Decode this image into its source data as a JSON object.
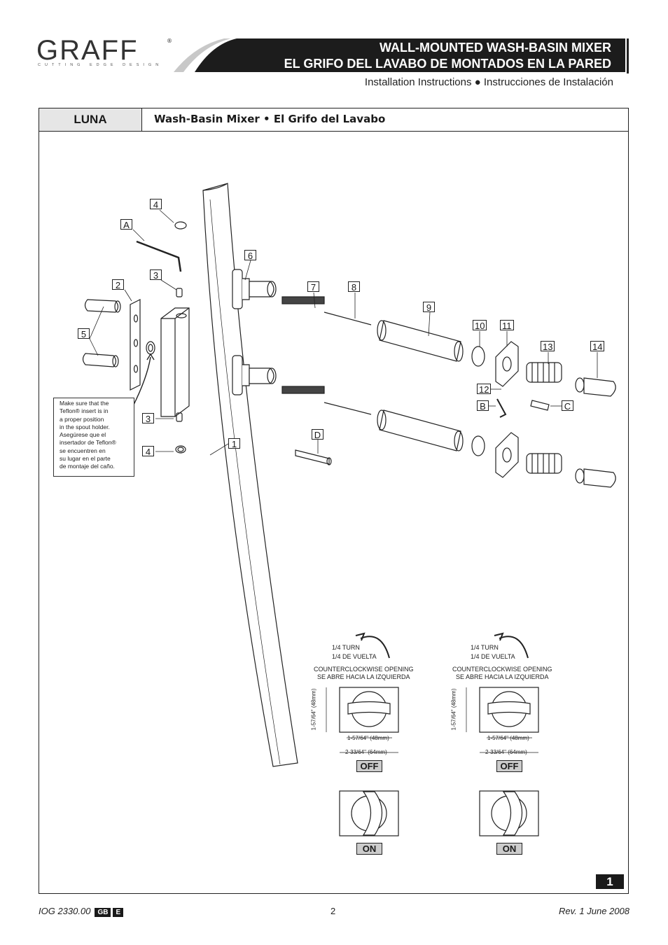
{
  "brand": {
    "name": "GRAFF",
    "reg": "®",
    "tagline": "CUTTING EDGE DESIGN"
  },
  "header": {
    "title_en": "WALL-MOUNTED WASH-BASIN MIXER",
    "title_es": "EL GRIFO DEL LAVABO DE MONTADOS EN LA PARED",
    "subtitle_en": "Installation Instructions",
    "subtitle_sep": "●",
    "subtitle_es": "Instrucciones de Instalación"
  },
  "table": {
    "model": "LUNA",
    "product": "Wash-Basin Mixer • El Grifo del Lavabo"
  },
  "note": {
    "lines": [
      "Make sure that the",
      "Teflon® insert is in",
      "a proper position",
      "in the spout holder.",
      "Asegúrese que el",
      "insertador de Teflon®",
      "se encuentren en",
      "su lugar en el parte",
      "de montaje del caño."
    ]
  },
  "callouts": {
    "c1": "1",
    "c2": "2",
    "c3a": "3",
    "c3b": "3",
    "c4a": "4",
    "c4b": "4",
    "c5": "5",
    "c6": "6",
    "c7": "7",
    "c8": "8",
    "c9": "9",
    "c10": "10",
    "c11": "11",
    "c12": "12",
    "c13": "13",
    "c14": "14",
    "cA": "A",
    "cB": "B",
    "cC": "C",
    "cD": "D"
  },
  "handle_diagrams": {
    "turn_en": "1/4 TURN",
    "turn_es": "1/4 DE VUELTA",
    "open_en": "COUNTERCLOCKWISE OPENING",
    "open_es": "SE ABRE HACIA LA IZQUIERDA",
    "dim_height": "1-57/64\" (48mm)",
    "dim_inner": "1-57/64\" (48mm)",
    "dim_outer": "2-33/64\" (64mm)",
    "off_label": "OFF",
    "on_label": "ON"
  },
  "page_box": "1",
  "footer": {
    "doc_code": "IOG 2330.00",
    "lang1": "GB",
    "lang2": "E",
    "page": "2",
    "revision": "Rev. 1 June 2008"
  }
}
